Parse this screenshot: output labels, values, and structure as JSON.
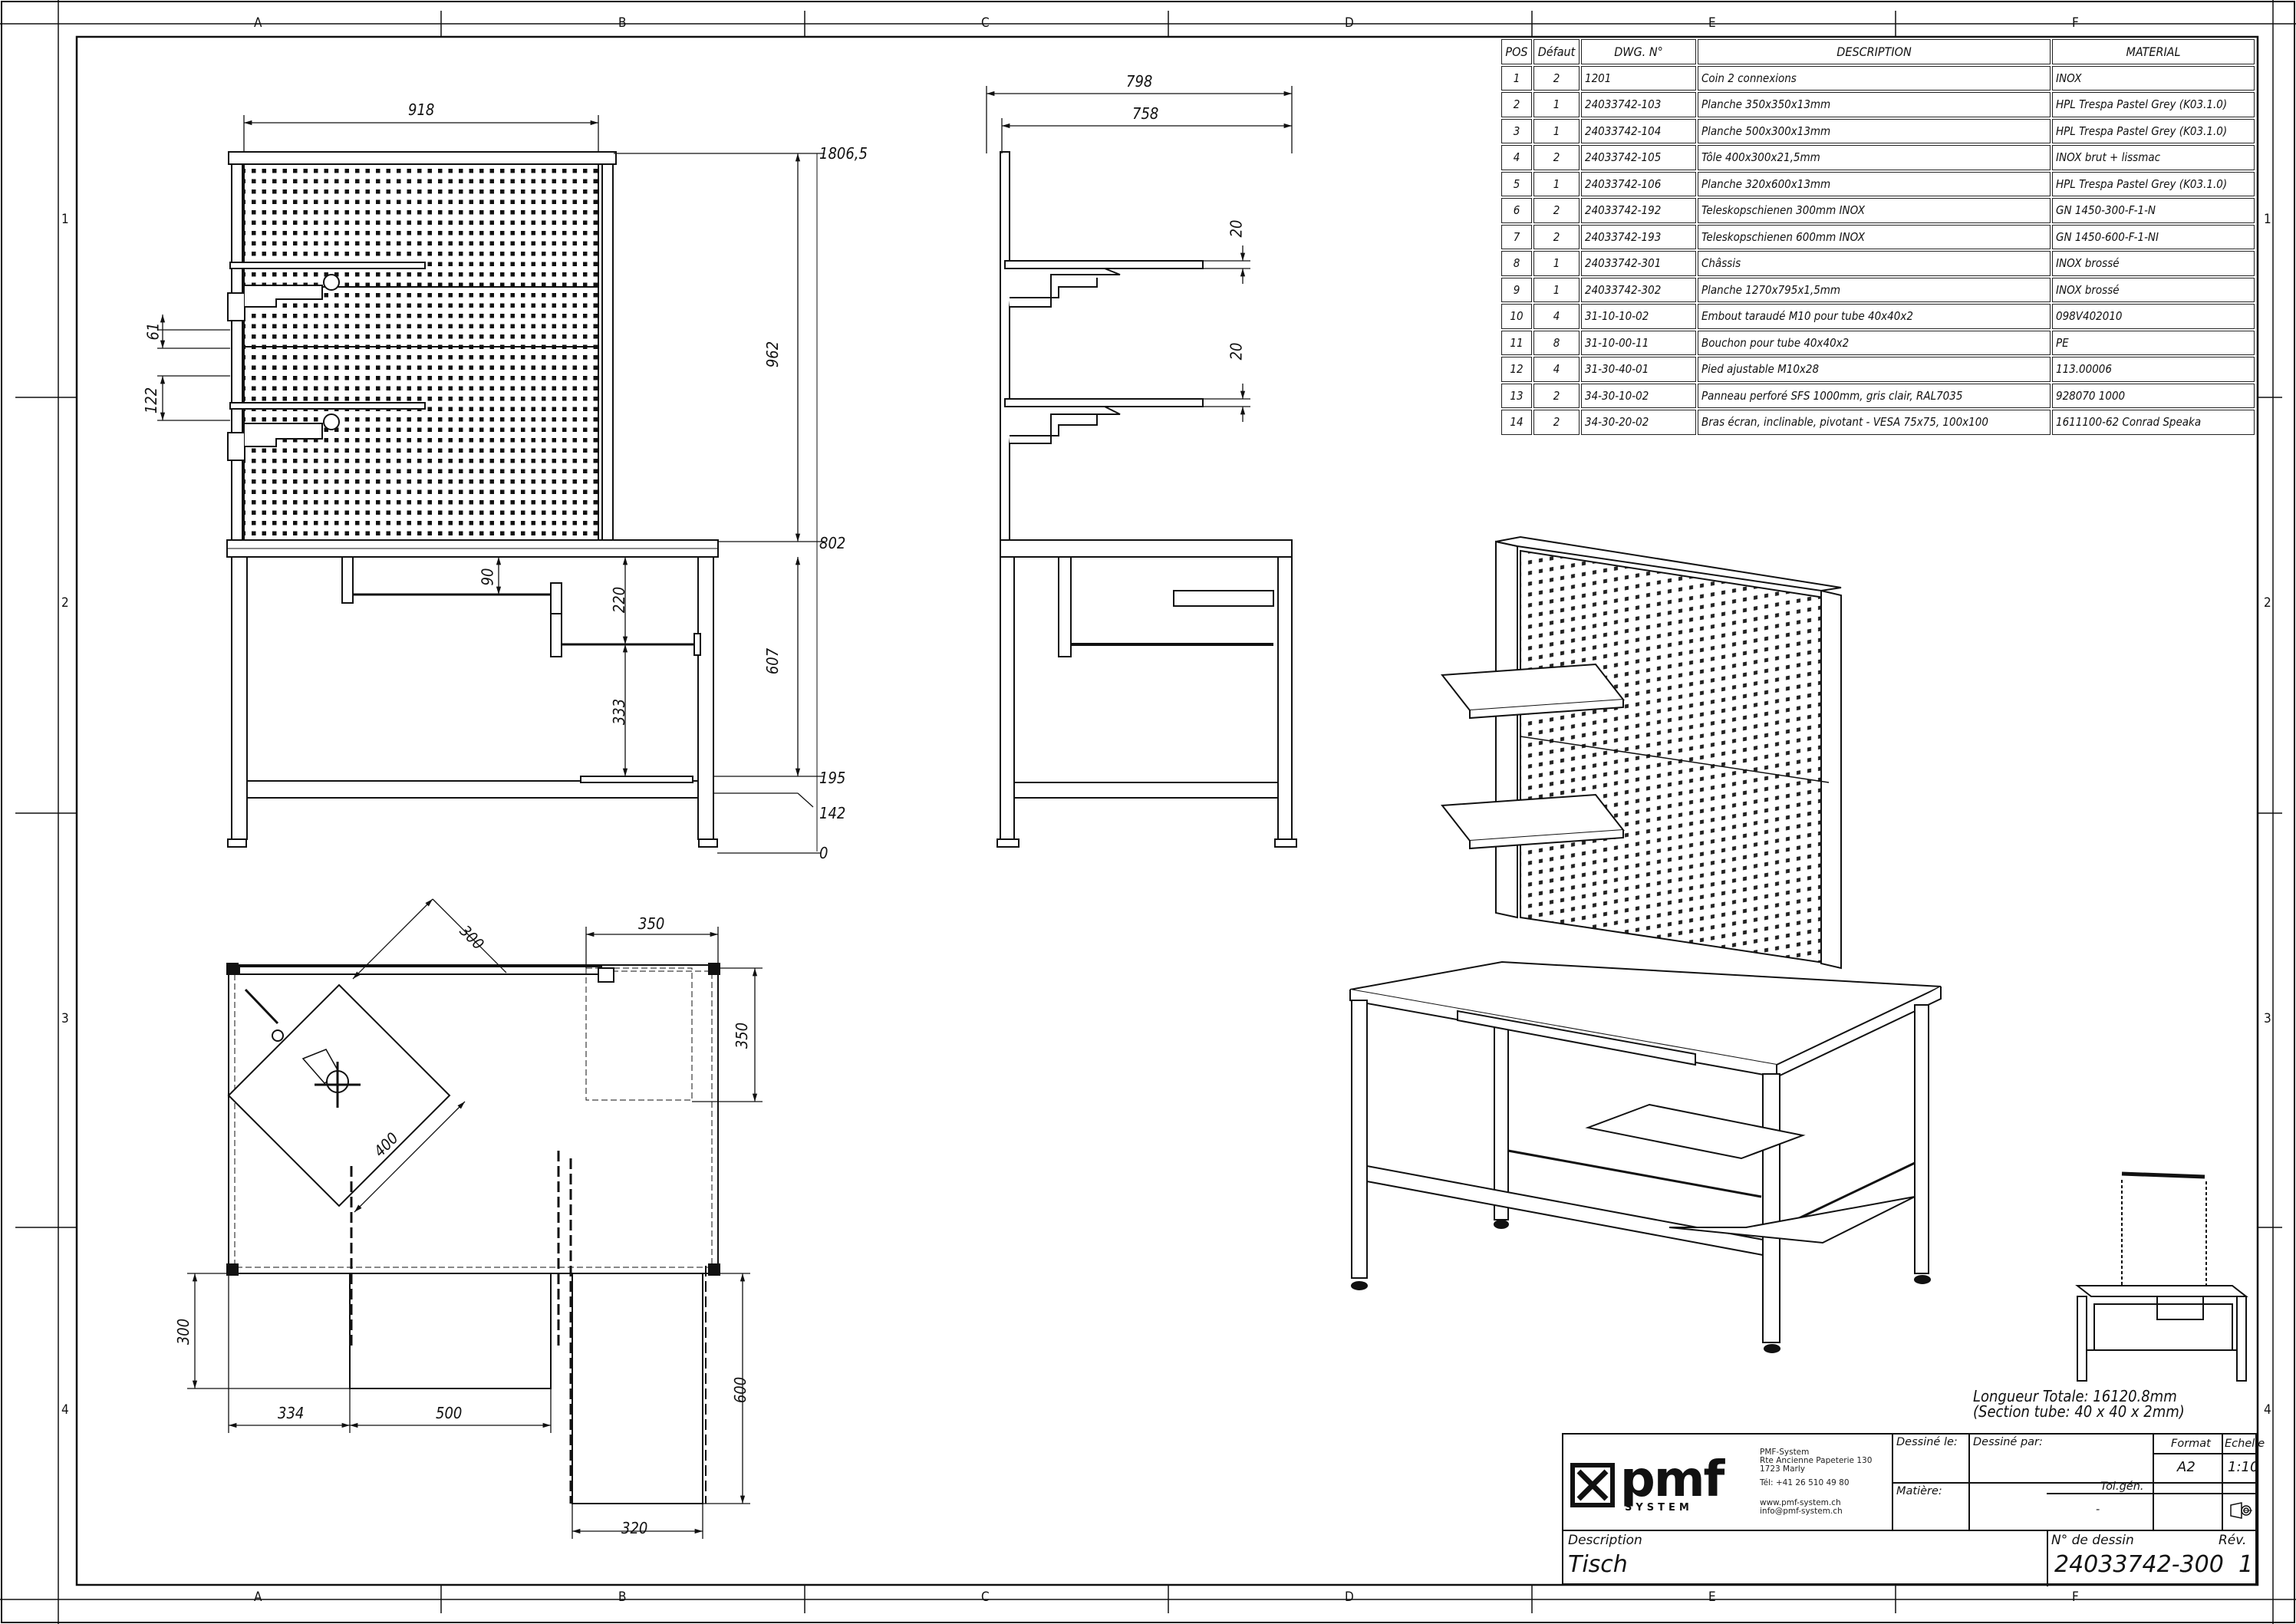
{
  "grid": {
    "columns": [
      "A",
      "B",
      "C",
      "D",
      "E",
      "F"
    ],
    "rows": [
      "1",
      "2",
      "3",
      "4"
    ]
  },
  "parts_table": {
    "headers": [
      "POS",
      "Défaut",
      "DWG. N°",
      "DESCRIPTION",
      "MATERIAL"
    ],
    "rows": [
      [
        "1",
        "2",
        "1201",
        "Coin 2 connexions",
        "INOX"
      ],
      [
        "2",
        "1",
        "24033742-103",
        "Planche 350x350x13mm",
        "HPL Trespa Pastel Grey (K03.1.0)"
      ],
      [
        "3",
        "1",
        "24033742-104",
        "Planche 500x300x13mm",
        "HPL Trespa Pastel Grey (K03.1.0)"
      ],
      [
        "4",
        "2",
        "24033742-105",
        "Tôle 400x300x21,5mm",
        "INOX brut + lissmac"
      ],
      [
        "5",
        "1",
        "24033742-106",
        "Planche 320x600x13mm",
        "HPL Trespa Pastel Grey (K03.1.0)"
      ],
      [
        "6",
        "2",
        "24033742-192",
        "Teleskopschienen 300mm INOX",
        "GN 1450-300-F-1-N"
      ],
      [
        "7",
        "2",
        "24033742-193",
        "Teleskopschienen 600mm INOX",
        "GN 1450-600-F-1-NI"
      ],
      [
        "8",
        "1",
        "24033742-301",
        "Châssis",
        "INOX brossé"
      ],
      [
        "9",
        "1",
        "24033742-302",
        "Planche 1270x795x1,5mm",
        "INOX brossé"
      ],
      [
        "10",
        "4",
        "31-10-10-02",
        "Embout taraudé M10 pour tube 40x40x2",
        "098V402010"
      ],
      [
        "11",
        "8",
        "31-10-00-11",
        "Bouchon pour tube 40x40x2",
        "PE"
      ],
      [
        "12",
        "4",
        "31-30-40-01",
        "Pied ajustable M10x28",
        "113.00006"
      ],
      [
        "13",
        "2",
        "34-30-10-02",
        "Panneau perforé SFS 1000mm, gris clair, RAL7035",
        "928070 1000"
      ],
      [
        "14",
        "2",
        "34-30-20-02",
        "Bras écran, inclinable, pivotant - VESA 75x75, 100x100",
        "1611100-62 Conrad Speaka"
      ]
    ]
  },
  "front_view": {
    "dim_width": "918",
    "dim_top_height": "1806,5",
    "dim_panel": "962",
    "dim_table_top": "802",
    "dim_under": "607",
    "dim_shelf": "195",
    "dim_foot_bar": "142",
    "dim_zero": "0",
    "dim_61": "61",
    "dim_122": "122",
    "dim_90": "90",
    "dim_220": "220",
    "dim_333": "333"
  },
  "side_view": {
    "dim_798": "798",
    "dim_758": "758",
    "dim_20a": "20",
    "dim_20b": "20"
  },
  "top_view": {
    "dim_300_diag": "300",
    "dim_400_diag": "400",
    "dim_350_top": "350",
    "dim_350_side": "350",
    "dim_300_left": "300",
    "dim_334": "334",
    "dim_500": "500",
    "dim_600": "600",
    "dim_320": "320"
  },
  "notes": {
    "length": "Longueur Totale: 16120.8mm",
    "section": "(Section tube: 40 x 40 x 2mm)"
  },
  "title_block": {
    "logo_text": "pmf",
    "logo_sub": "SYSTEM",
    "company": "PMF-System",
    "address1": "Rte Ancienne Papeterie 130",
    "address2": "1723 Marly",
    "phone": "Tél: +41 26 510 49 80",
    "web": "www.pmf-system.ch",
    "email": "info@pmf-system.ch",
    "dessine_le": "Dessiné le:",
    "dessine_par": "Dessiné par:",
    "format_label": "Format",
    "format_value": "A2",
    "echelle_label": "Echelle",
    "echelle_value": "1:10",
    "matiere_label": "Matière:",
    "tol_label": "Tol.gén.",
    "tol_value": "-",
    "description_label": "Description",
    "description_value": "Tisch",
    "drawing_no_label": "N° de dessin",
    "drawing_no_value": "24033742-300",
    "rev_label": "Rév.",
    "rev_value": "1"
  }
}
